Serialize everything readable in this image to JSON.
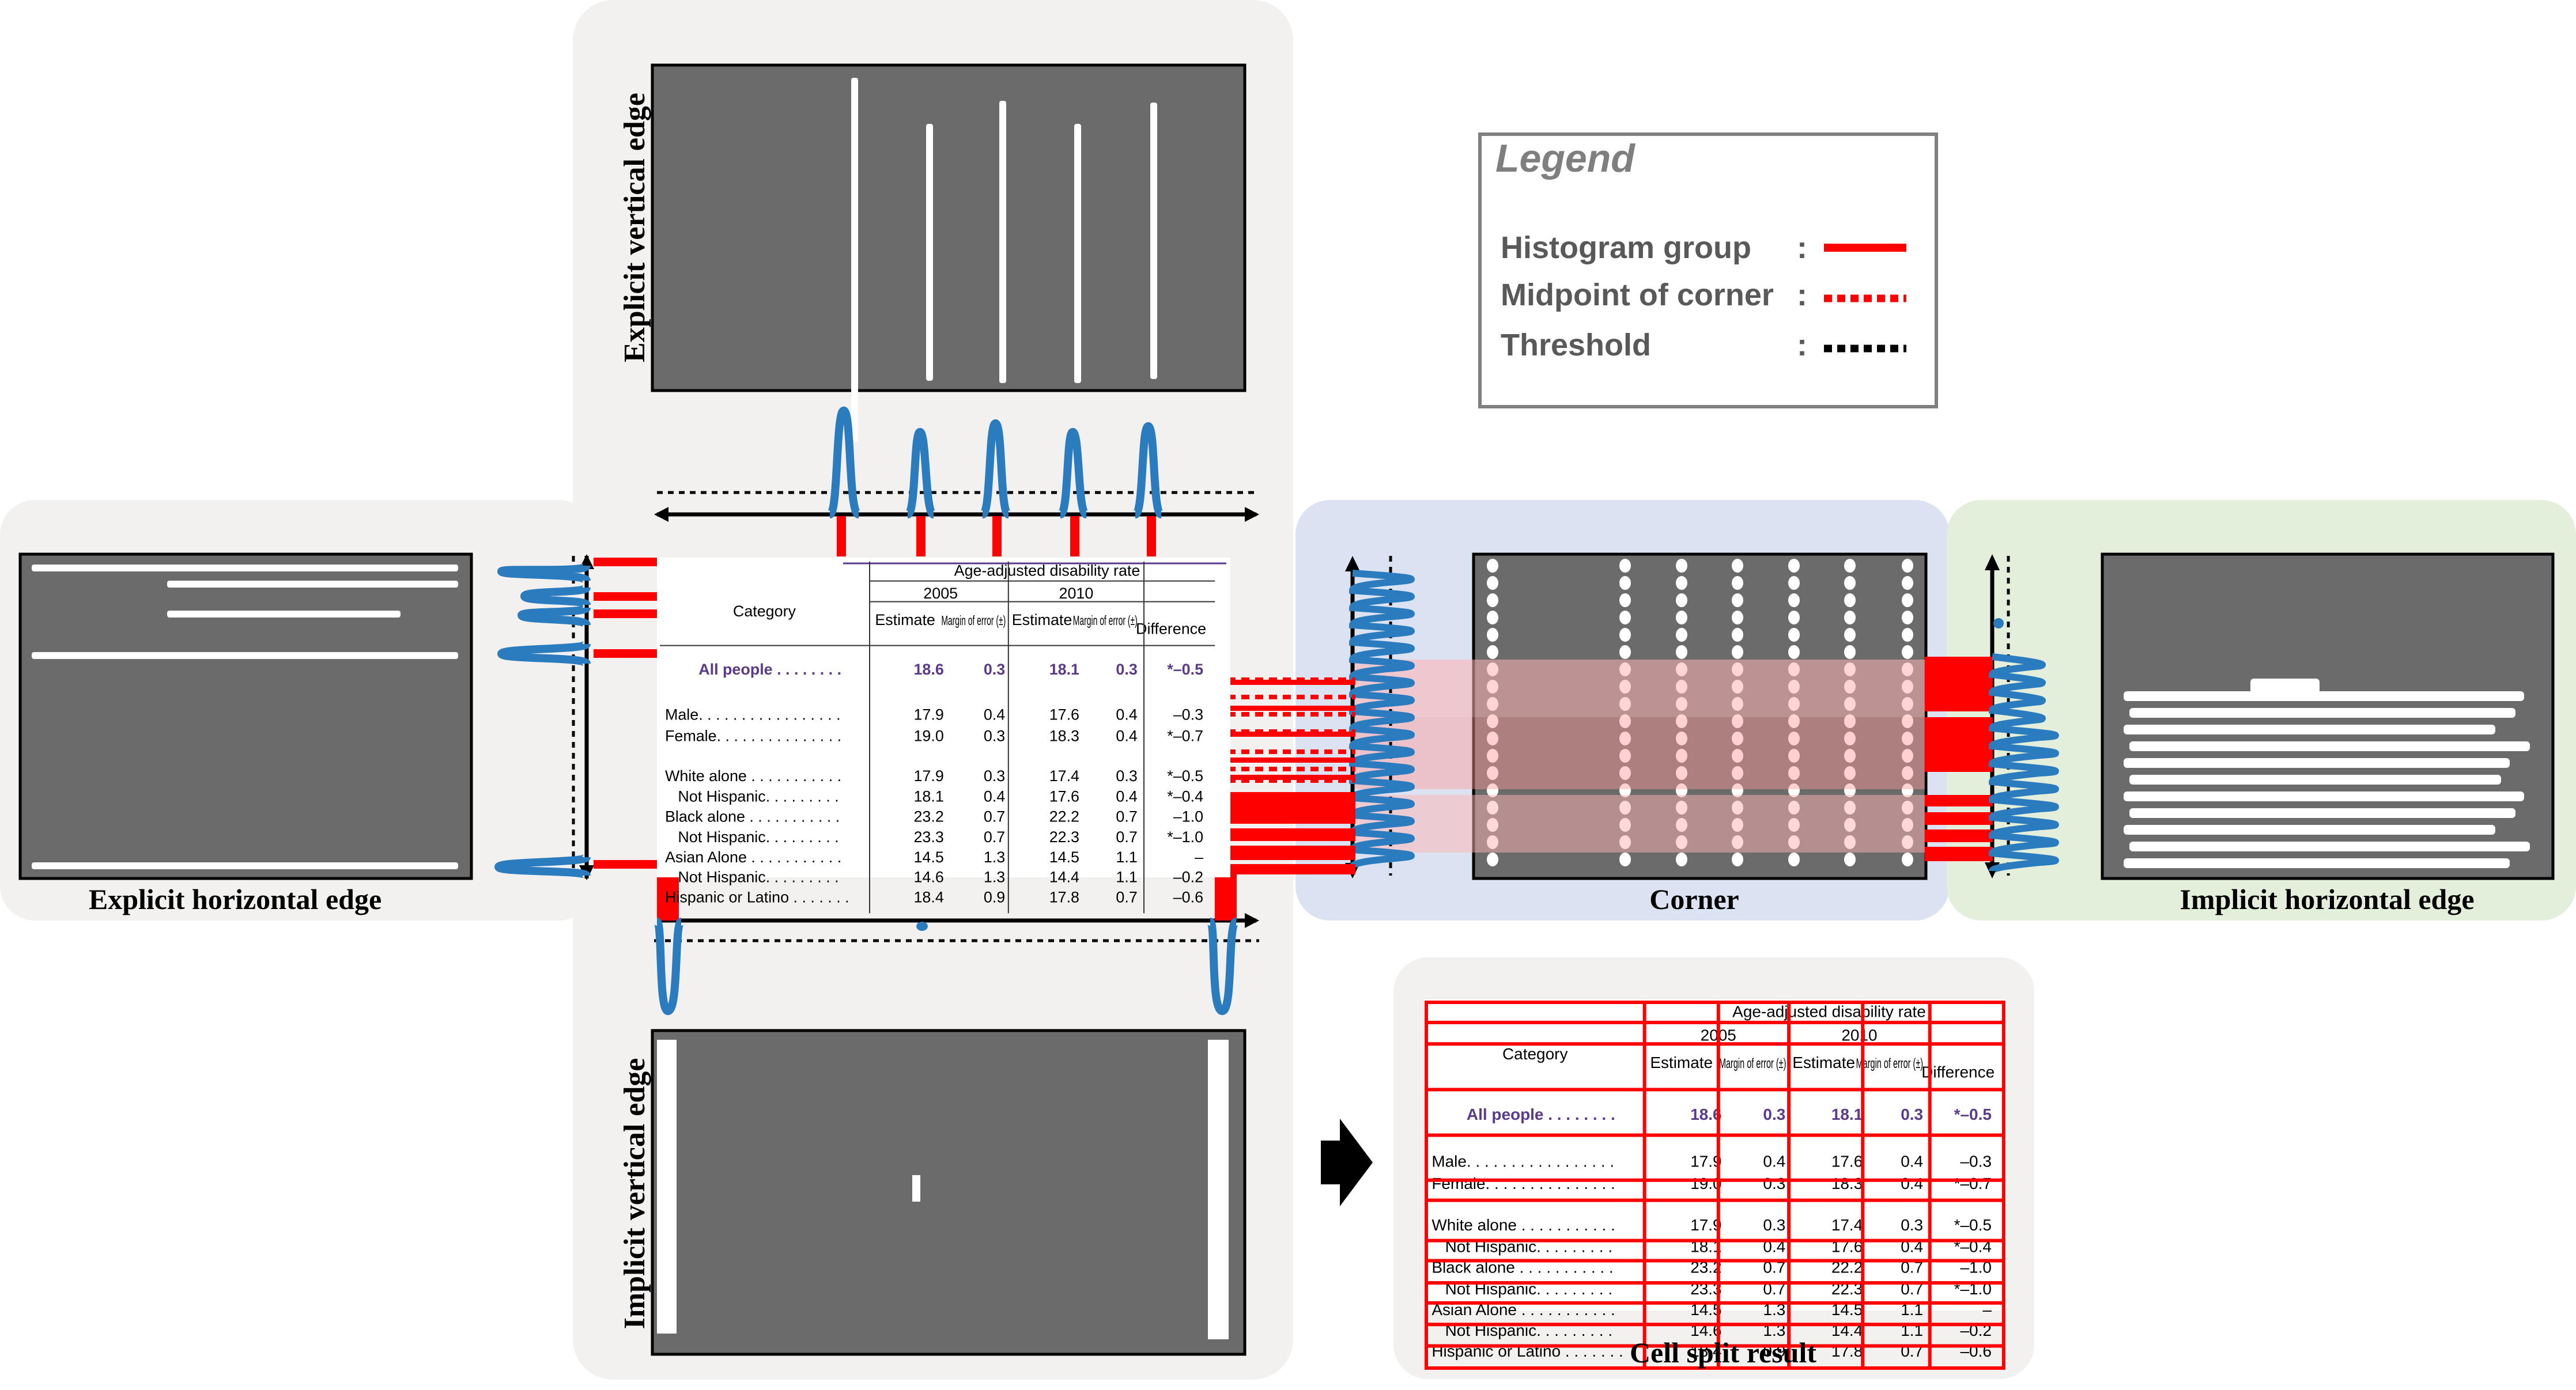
{
  "labels": {
    "explicit_vertical": "Explicit vertical edge",
    "explicit_horizontal": "Explicit horizontal edge",
    "implicit_vertical": "Implicit vertical edge",
    "implicit_horizontal": "Implicit horizontal edge",
    "corner": "Corner",
    "cell_split": "Cell split result"
  },
  "legend": {
    "title": "Legend",
    "items": [
      {
        "label": "Histogram group",
        "sep": ":"
      },
      {
        "label": "Midpoint of corner",
        "sep": ":"
      },
      {
        "label": "Threshold",
        "sep": ":"
      }
    ]
  },
  "table": {
    "group_header": "Age-adjusted disability rate",
    "category_header": "Category",
    "years": [
      "2005",
      "2010"
    ],
    "subheaders": {
      "estimate": "Estimate",
      "margin": "Margin of error (±)",
      "difference": "Difference"
    },
    "rows": [
      {
        "label": "All people",
        "dots": " . . . . . . . .",
        "v": [
          "18.6",
          "0.3",
          "18.1",
          "0.3",
          "*–0.5"
        ],
        "bold": true
      },
      {
        "label": "Male",
        "dots": ". . . . . . . . . . . . . . . . .",
        "v": [
          "17.9",
          "0.4",
          "17.6",
          "0.4",
          "–0.3"
        ]
      },
      {
        "label": "Female",
        "dots": ". . . . . . . . . . . . . . .",
        "v": [
          "19.0",
          "0.3",
          "18.3",
          "0.4",
          "*–0.7"
        ]
      },
      {
        "label": "White alone",
        "dots": " . . . . . . . . . . .",
        "v": [
          "17.9",
          "0.3",
          "17.4",
          "0.3",
          "*–0.5"
        ]
      },
      {
        "label": "Not Hispanic",
        "dots": ". . . . . . . . .",
        "v": [
          "18.1",
          "0.4",
          "17.6",
          "0.4",
          "*–0.4"
        ],
        "indent": true
      },
      {
        "label": "Black alone",
        "dots": " . . . . . . . . . . .",
        "v": [
          "23.2",
          "0.7",
          "22.2",
          "0.7",
          "–1.0"
        ]
      },
      {
        "label": "Not Hispanic",
        "dots": ". . . . . . . . .",
        "v": [
          "23.3",
          "0.7",
          "22.3",
          "0.7",
          "*–1.0"
        ],
        "indent": true
      },
      {
        "label": "Asian Alone",
        "dots": " . . . . . . . . . . .",
        "v": [
          "14.5",
          "1.3",
          "14.5",
          "1.1",
          "–"
        ]
      },
      {
        "label": "Not Hispanic",
        "dots": ". . . . . . . . .",
        "v": [
          "14.6",
          "1.3",
          "14.4",
          "1.1",
          "–0.2"
        ],
        "indent": true
      },
      {
        "label": "Hispanic or Latino",
        "dots": " . . . . . . .",
        "v": [
          "18.4",
          "0.9",
          "17.8",
          "0.7",
          "–0.6"
        ]
      }
    ]
  },
  "colors": {
    "red": "#ff0000",
    "blue": "#2b7bbf",
    "gray_panel": "#f2f1ef",
    "blue_panel": "#dbe3f2",
    "green_panel": "#e4efdb",
    "edge_map_bg": "#6b6b6b",
    "purple_text": "#5a3a8a"
  }
}
